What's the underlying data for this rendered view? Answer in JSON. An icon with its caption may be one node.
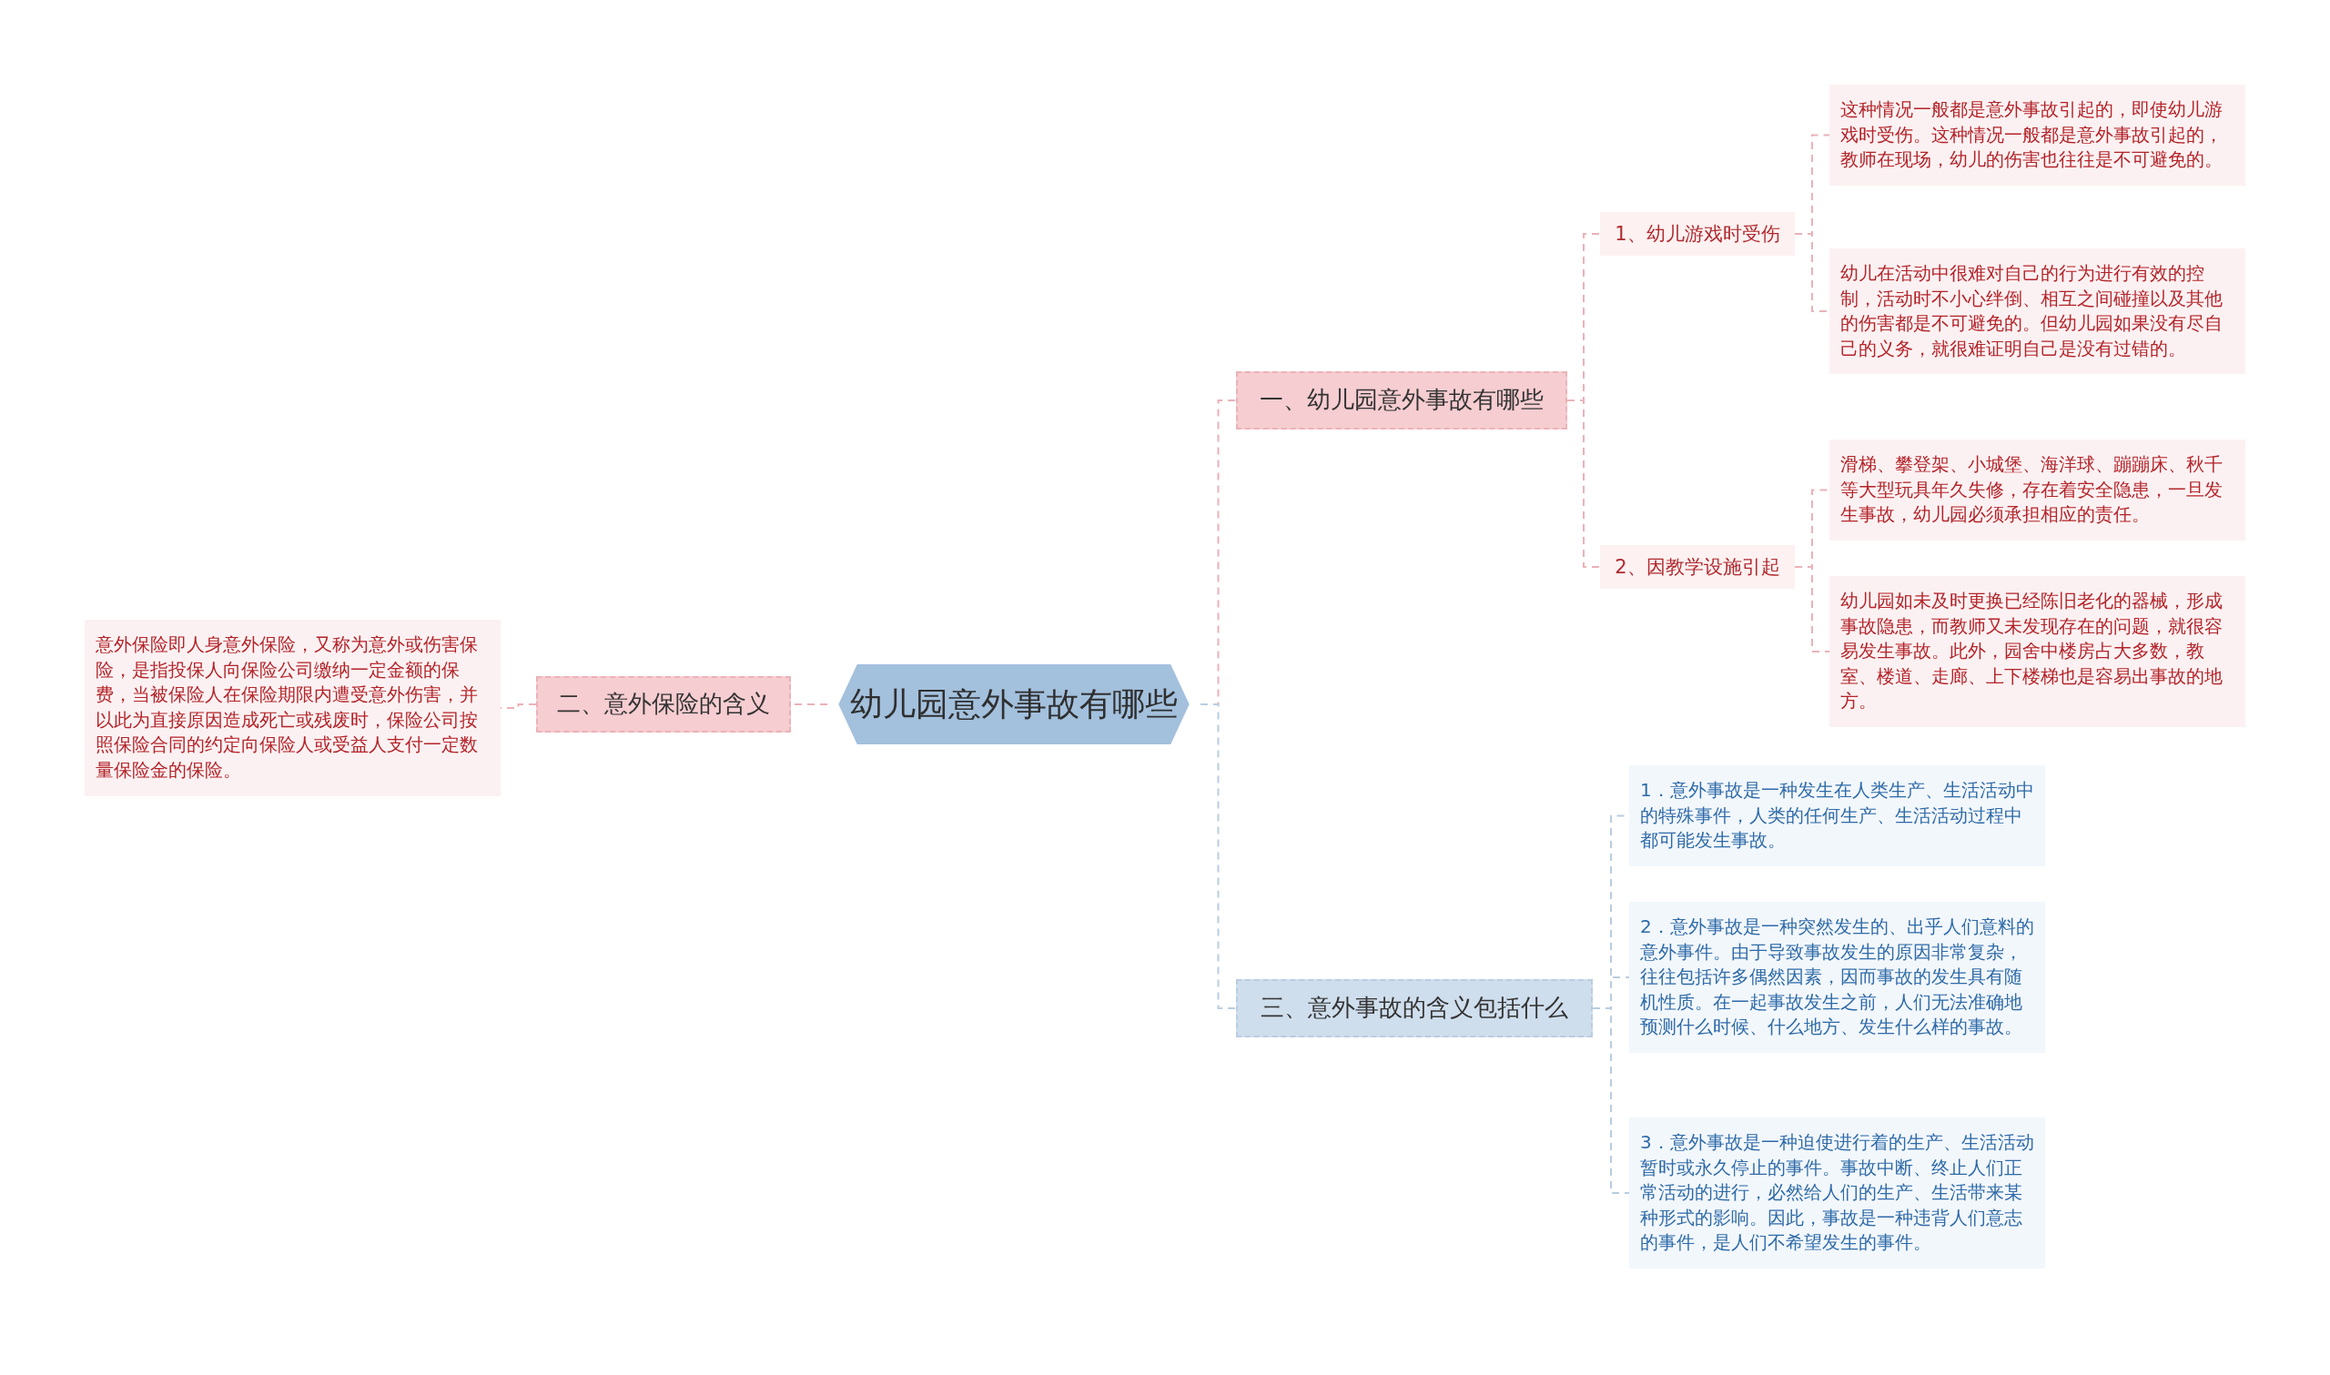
{
  "diagram": {
    "nodes": [
      {
        "text": [
          "幼儿园意外事故有哪些"
        ]
      },
      {
        "text": [
          "一、幼儿园意外事故有哪些"
        ]
      },
      {
        "text": [
          "1、幼儿游戏时受伤"
        ]
      },
      {
        "text": [
          "这种情况一般都是意外事故引起的，即使幼儿游戏时受伤。这种情况一般都是意外事故引起的，教师在现场，幼儿的伤害也往往是不可避免的。"
        ]
      },
      {
        "text": [
          "幼儿在活动中很难对自己的行为进行有效的控制，活动时不小心绊倒、相互之间碰撞以及其他的伤害都是不可避免的。但幼儿园如果没有尽自己的义务，就很难证明自己是没有过错的。"
        ]
      },
      {
        "text": [
          "2、因教学设施引起"
        ]
      },
      {
        "text": [
          "滑梯、攀登架、小城堡、海洋球、蹦蹦床、秋千等大型玩具年久失修，存在着安全隐患，一旦发生事故，幼儿园必须承担相应的责任。"
        ]
      },
      {
        "text": [
          "幼儿园如未及时更换已经陈旧老化的器械，形成事故隐患，而教师又未发现存在的问题，就很容易发生事故。此外，园舍中楼房占大多数，教室、楼道、走廊、上下楼梯也是容易出事故的地方。"
        ]
      },
      {
        "text": [
          "三、意外事故的含义包括什么"
        ]
      },
      {
        "text": [
          "1．意外事故是一种发生在人类生产、生活活动中的特殊事件，人类的任何生产、生活活动过程中都可能发生事故。"
        ]
      },
      {
        "text": [
          "2．意外事故是一种突然发生的、出乎人们意料的意外事件。由于导致事故发生的原因非常复杂，往往包括许多偶然因素，因而事故的发生具有随机性质。在一起事故发生之前，人们无法准确地预测什么时候、什么地方、发生什么样的事故。"
        ]
      },
      {
        "text": [
          "3．意外事故是一种迫使进行着的生产、生活活动暂时或永久停止的事件。事故中断、终止人们正常活动的进行，必然给人们的生产、生活带来某种形式的影响。因此，事故是一种违背人们意志的事件，是人们不希望发生的事件。"
        ]
      },
      {
        "text": [
          "二、意外保险的含义"
        ]
      },
      {
        "text": [
          "意外保险即人身意外保险，又称为意外或伤害保险，是指投保人向保险公司缴纳一定金额的保费，当被保险人在保险期限内遭受意外伤害，并以此为直接原因造成死亡或残废时，保险公司按照保险合同的约定向保险人或受益人支付一定数量保险金的保险。"
        ]
      }
    ],
    "edges": [
      {
        "from": 0,
        "to": 1,
        "arrow": "none",
        "style": "dashed"
      },
      {
        "from": 1,
        "to": 2,
        "arrow": "none",
        "style": "dashed"
      },
      {
        "from": 2,
        "to": 3,
        "arrow": "none",
        "style": "dashed"
      },
      {
        "from": 2,
        "to": 4,
        "arrow": "none",
        "style": "dashed"
      },
      {
        "from": 1,
        "to": 5,
        "arrow": "none",
        "style": "dashed"
      },
      {
        "from": 5,
        "to": 6,
        "arrow": "none",
        "style": "dashed"
      },
      {
        "from": 5,
        "to": 7,
        "arrow": "none",
        "style": "dashed"
      },
      {
        "from": 0,
        "to": 8,
        "arrow": "none",
        "style": "dashed",
        "color": "#b9cde0"
      },
      {
        "from": 8,
        "to": 9,
        "arrow": "none",
        "style": "dashed",
        "color": "#b9cde0"
      },
      {
        "from": 8,
        "to": 10,
        "arrow": "none",
        "style": "dashed",
        "color": "#b9cde0"
      },
      {
        "from": 8,
        "to": 11,
        "arrow": "none",
        "style": "dashed",
        "color": "#b9cde0"
      },
      {
        "from": 0,
        "to": 12,
        "arrow": "none",
        "style": "dashed"
      },
      {
        "from": 12,
        "to": 13,
        "arrow": "none",
        "style": "dashed"
      }
    ]
  }
}
